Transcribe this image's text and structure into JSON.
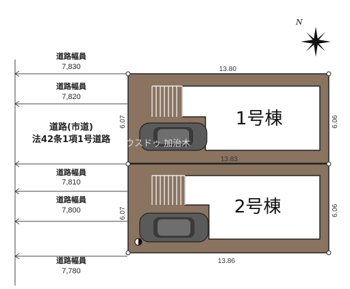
{
  "compass": {
    "label": "N",
    "icon": "compass-rose-icon"
  },
  "roads": [
    {
      "title": "道路幅員",
      "value": "7,830"
    },
    {
      "title": "道路幅員",
      "value": "7,820"
    },
    {
      "title": "道路(市道)",
      "value": "法42条1項1号道路"
    },
    {
      "title": "道路幅員",
      "value": "7,810"
    },
    {
      "title": "道路幅員",
      "value": "7,800"
    },
    {
      "title": "道路幅員",
      "value": "7,780"
    }
  ],
  "lots": [
    {
      "building": "1号棟",
      "top_dim": "13.80",
      "left_dim": "6.07",
      "right_dim": "6.06",
      "bottom_dim": "13.83"
    },
    {
      "building": "2号棟",
      "top_dim": "",
      "left_dim": "6.07",
      "right_dim": "6.06",
      "bottom_dim": "13.86"
    }
  ],
  "watermark": "ハウスドゥ 加治木",
  "colors": {
    "lot_fill": "#8a7460",
    "building_fill": "#ffffff",
    "outline": "#222222"
  }
}
